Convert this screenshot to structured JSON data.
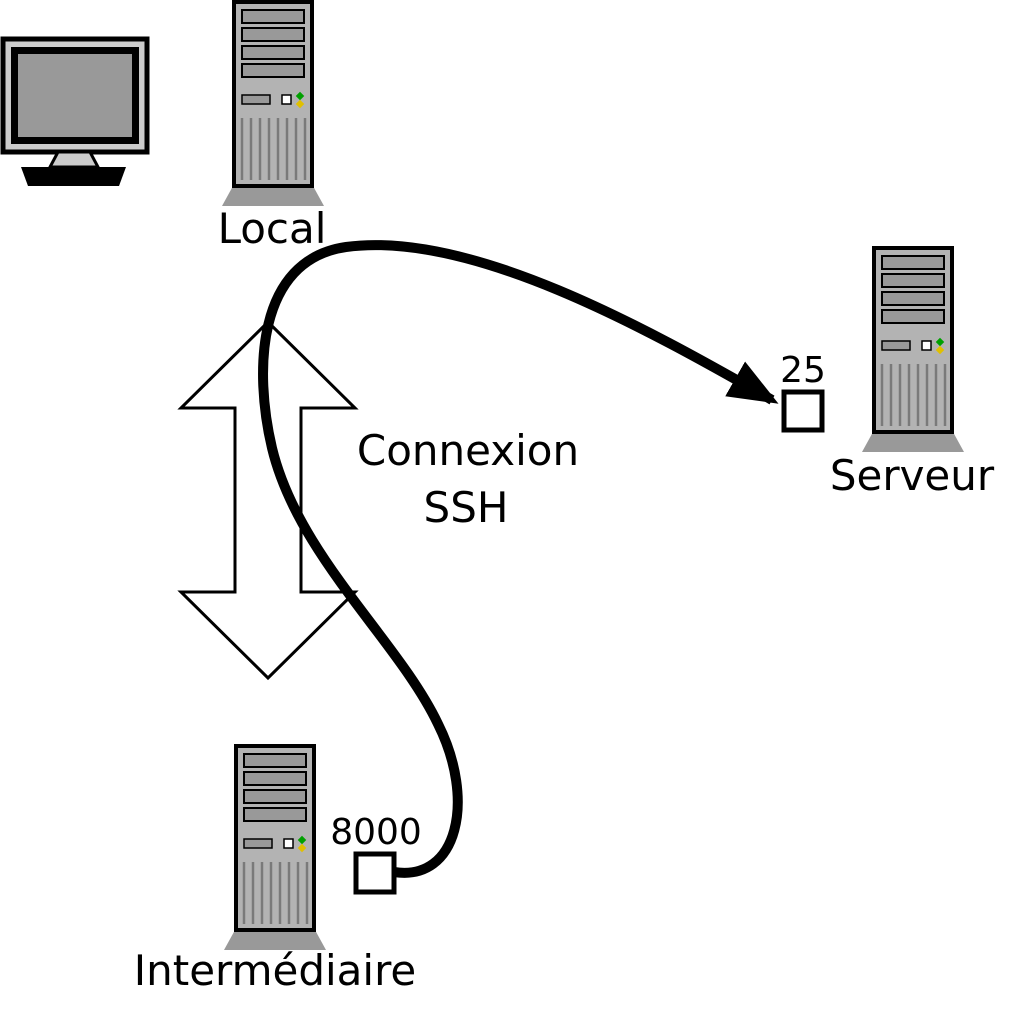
{
  "diagram": {
    "local": {
      "label": "Local"
    },
    "server": {
      "label": "Serveur",
      "port_label": "25"
    },
    "intermediate": {
      "label": "Intermédiaire",
      "port_label": "8000"
    },
    "ssh_connection": {
      "line1": "Connexion",
      "line2": "SSH"
    }
  },
  "colors": {
    "tower_body": "#b3b3b3",
    "tower_bay": "#999999",
    "tower_base": "#999999",
    "monitor_screen": "#999999",
    "monitor_bezel": "#cccccc",
    "led_green": "#00a000",
    "led_yellow": "#e0c000",
    "port_fill": "#ffffff",
    "vent": "#7a7a7a"
  }
}
